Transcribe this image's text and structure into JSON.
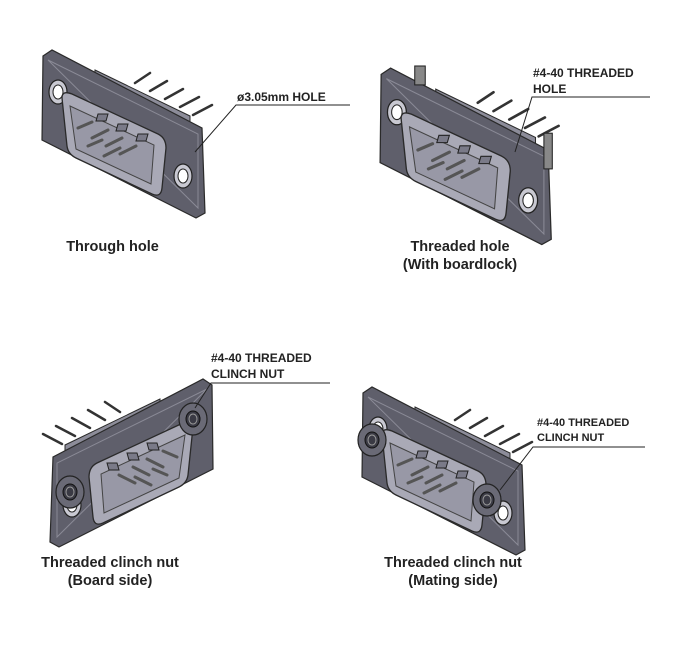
{
  "figures": [
    {
      "caption_line1": "Through hole",
      "caption_line2": "",
      "callout_line1": "ø3.05mm HOLE",
      "callout_line2": ""
    },
    {
      "caption_line1": "Threaded hole",
      "caption_line2": "(With boardlock)",
      "callout_line1": "#4-40 THREADED",
      "callout_line2": "HOLE"
    },
    {
      "caption_line1": "Threaded clinch nut",
      "caption_line2": "(Board side)",
      "callout_line1": "#4-40 THREADED",
      "callout_line2": "CLINCH NUT"
    },
    {
      "caption_line1": "Threaded clinch nut",
      "caption_line2": "(Mating side)",
      "callout_line1": "#4-40 THREADED",
      "callout_line2": "CLINCH NUT"
    }
  ],
  "colors": {
    "flange": "#5f5f6b",
    "shell": "#a9a9b6",
    "outline": "#2a2a2a"
  }
}
